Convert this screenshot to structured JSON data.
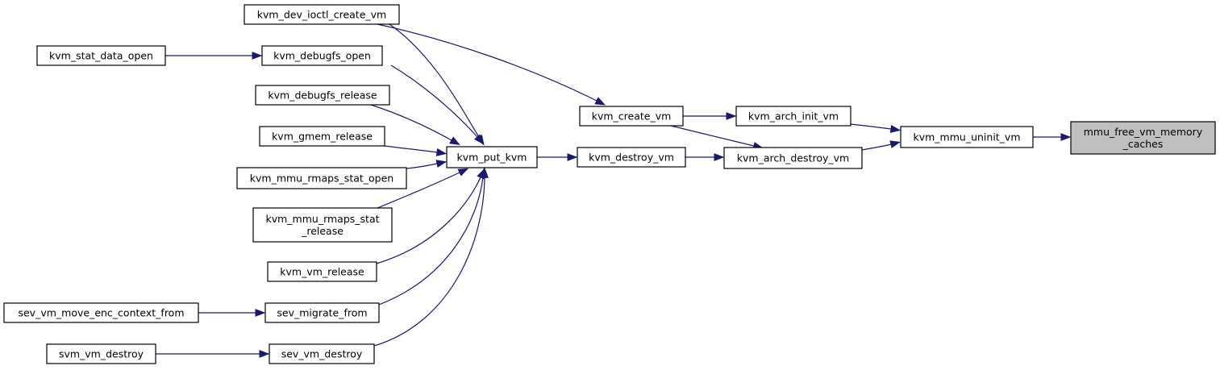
{
  "colors": {
    "edge": "#191970",
    "node_border": "#000000",
    "root_fill": "#bfbfbf",
    "node_fill": "#ffffff",
    "background": "#ffffff"
  },
  "nodes": {
    "kvm_dev_ioctl_create_vm": {
      "lines": [
        "kvm_dev_ioctl_create_vm"
      ]
    },
    "kvm_stat_data_open": {
      "lines": [
        "kvm_stat_data_open"
      ]
    },
    "kvm_debugfs_open": {
      "lines": [
        "kvm_debugfs_open"
      ]
    },
    "kvm_debugfs_release": {
      "lines": [
        "kvm_debugfs_release"
      ]
    },
    "kvm_gmem_release": {
      "lines": [
        "kvm_gmem_release"
      ]
    },
    "kvm_mmu_rmaps_stat_open": {
      "lines": [
        "kvm_mmu_rmaps_stat_open"
      ]
    },
    "kvm_mmu_rmaps_stat_release": {
      "lines": [
        "kvm_mmu_rmaps_stat",
        "_release"
      ]
    },
    "kvm_vm_release": {
      "lines": [
        "kvm_vm_release"
      ]
    },
    "sev_vm_move_enc_context_from": {
      "lines": [
        "sev_vm_move_enc_context_from"
      ]
    },
    "sev_migrate_from": {
      "lines": [
        "sev_migrate_from"
      ]
    },
    "svm_vm_destroy": {
      "lines": [
        "svm_vm_destroy"
      ]
    },
    "sev_vm_destroy": {
      "lines": [
        "sev_vm_destroy"
      ]
    },
    "kvm_put_kvm": {
      "lines": [
        "kvm_put_kvm"
      ]
    },
    "kvm_create_vm": {
      "lines": [
        "kvm_create_vm"
      ]
    },
    "kvm_destroy_vm": {
      "lines": [
        "kvm_destroy_vm"
      ]
    },
    "kvm_arch_init_vm": {
      "lines": [
        "kvm_arch_init_vm"
      ]
    },
    "kvm_arch_destroy_vm": {
      "lines": [
        "kvm_arch_destroy_vm"
      ]
    },
    "kvm_mmu_uninit_vm": {
      "lines": [
        "kvm_mmu_uninit_vm"
      ]
    },
    "mmu_free_vm_memory_caches": {
      "lines": [
        "mmu_free_vm_memory",
        "_caches"
      ],
      "root": true
    }
  },
  "edges": [
    [
      "kvm_stat_data_open",
      "kvm_debugfs_open"
    ],
    [
      "kvm_dev_ioctl_create_vm",
      "kvm_put_kvm"
    ],
    [
      "kvm_debugfs_open",
      "kvm_put_kvm"
    ],
    [
      "kvm_debugfs_release",
      "kvm_put_kvm"
    ],
    [
      "kvm_gmem_release",
      "kvm_put_kvm"
    ],
    [
      "kvm_mmu_rmaps_stat_open",
      "kvm_put_kvm"
    ],
    [
      "kvm_mmu_rmaps_stat_release",
      "kvm_put_kvm"
    ],
    [
      "kvm_vm_release",
      "kvm_put_kvm"
    ],
    [
      "sev_migrate_from",
      "kvm_put_kvm"
    ],
    [
      "sev_vm_destroy",
      "kvm_put_kvm"
    ],
    [
      "sev_vm_move_enc_context_from",
      "sev_migrate_from"
    ],
    [
      "svm_vm_destroy",
      "sev_vm_destroy"
    ],
    [
      "kvm_dev_ioctl_create_vm",
      "kvm_create_vm"
    ],
    [
      "kvm_put_kvm",
      "kvm_destroy_vm"
    ],
    [
      "kvm_create_vm",
      "kvm_arch_init_vm"
    ],
    [
      "kvm_create_vm",
      "kvm_arch_destroy_vm"
    ],
    [
      "kvm_destroy_vm",
      "kvm_arch_destroy_vm"
    ],
    [
      "kvm_arch_init_vm",
      "kvm_mmu_uninit_vm"
    ],
    [
      "kvm_arch_destroy_vm",
      "kvm_mmu_uninit_vm"
    ],
    [
      "kvm_mmu_uninit_vm",
      "mmu_free_vm_memory_caches"
    ]
  ]
}
